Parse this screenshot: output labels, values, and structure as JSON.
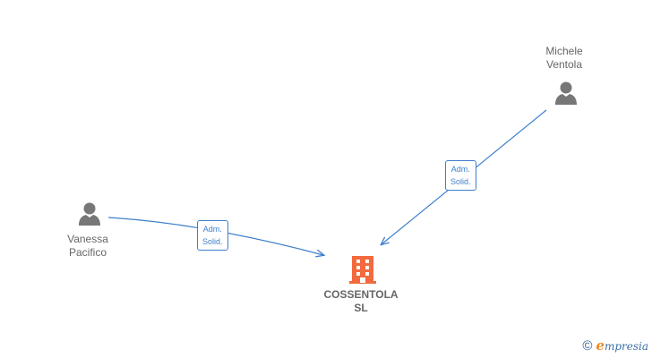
{
  "nodes": {
    "michele": {
      "line1": "Michele",
      "line2": "Ventola"
    },
    "vanessa": {
      "line1": "Vanessa",
      "line2": "Pacifico"
    },
    "company": {
      "line1": "COSSENTOLA",
      "line2": "SL"
    }
  },
  "edges": {
    "michele_to_company": {
      "line1": "Adm.",
      "line2": "Solid."
    },
    "vanessa_to_company": {
      "line1": "Adm.",
      "line2": "Solid."
    }
  },
  "footer": {
    "copyright_symbol": "©",
    "brand_first": "e",
    "brand_rest": "mpresia"
  },
  "colors": {
    "edge": "#3f7fcc",
    "person_icon": "#777777",
    "company_icon": "#f26a3d",
    "label": "#666666"
  }
}
